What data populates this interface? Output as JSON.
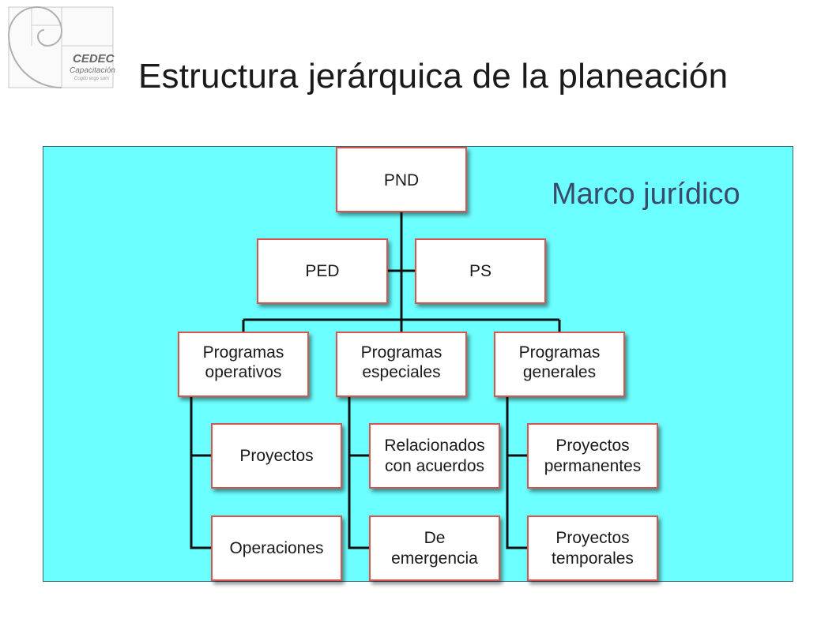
{
  "title": "Estructura jerárquica de la planeación",
  "logo": {
    "name": "CEDEC",
    "sub": "Capacitación",
    "tagline": "Cogito ergo sum"
  },
  "frame_label": "Marco jurídico",
  "nodes": {
    "pnd": "PND",
    "ped": "PED",
    "ps": "PS",
    "operativos": "Programas operativos",
    "especiales": "Programas especiales",
    "generales": "Programas generales",
    "proyectos": "Proyectos",
    "operaciones": "Operaciones",
    "relacionados": "Relacionados con acuerdos",
    "emergencia": "De emergencia",
    "permanentes": "Proyectos permanentes",
    "temporales": "Proyectos temporales"
  },
  "colors": {
    "panel": "#6cffff",
    "node_border": "#d9534f",
    "connector": "#111111"
  }
}
